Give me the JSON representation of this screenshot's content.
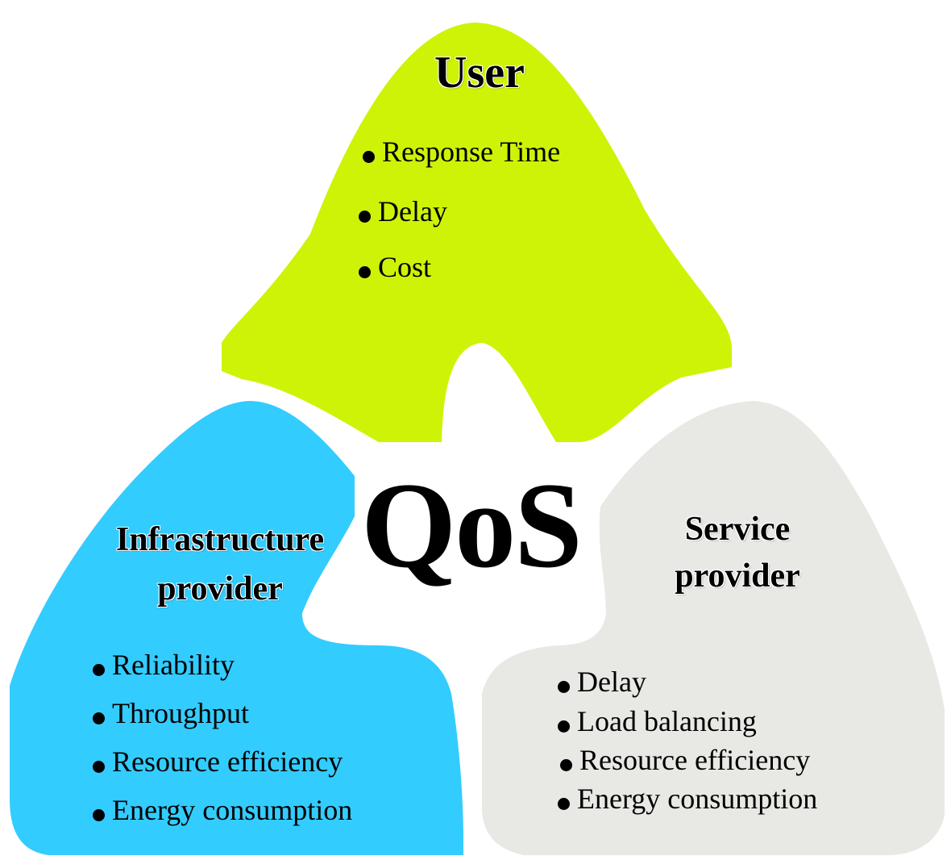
{
  "center": {
    "title": "QoS"
  },
  "user": {
    "title": "User",
    "color": "#cef307",
    "items": [
      "Response Time",
      "Delay",
      "Cost"
    ]
  },
  "infrastructure": {
    "title_line1": "Infrastructure",
    "title_line2": "provider",
    "color": "#33ccff",
    "items": [
      "Reliability",
      "Throughput",
      "Resource efficiency",
      "Energy consumption"
    ]
  },
  "service": {
    "title_line1": "Service",
    "title_line2": "provider",
    "color": "#e8e8e4",
    "items": [
      "Delay",
      "Load balancing",
      "Resource efficiency",
      "Energy consumption"
    ]
  }
}
